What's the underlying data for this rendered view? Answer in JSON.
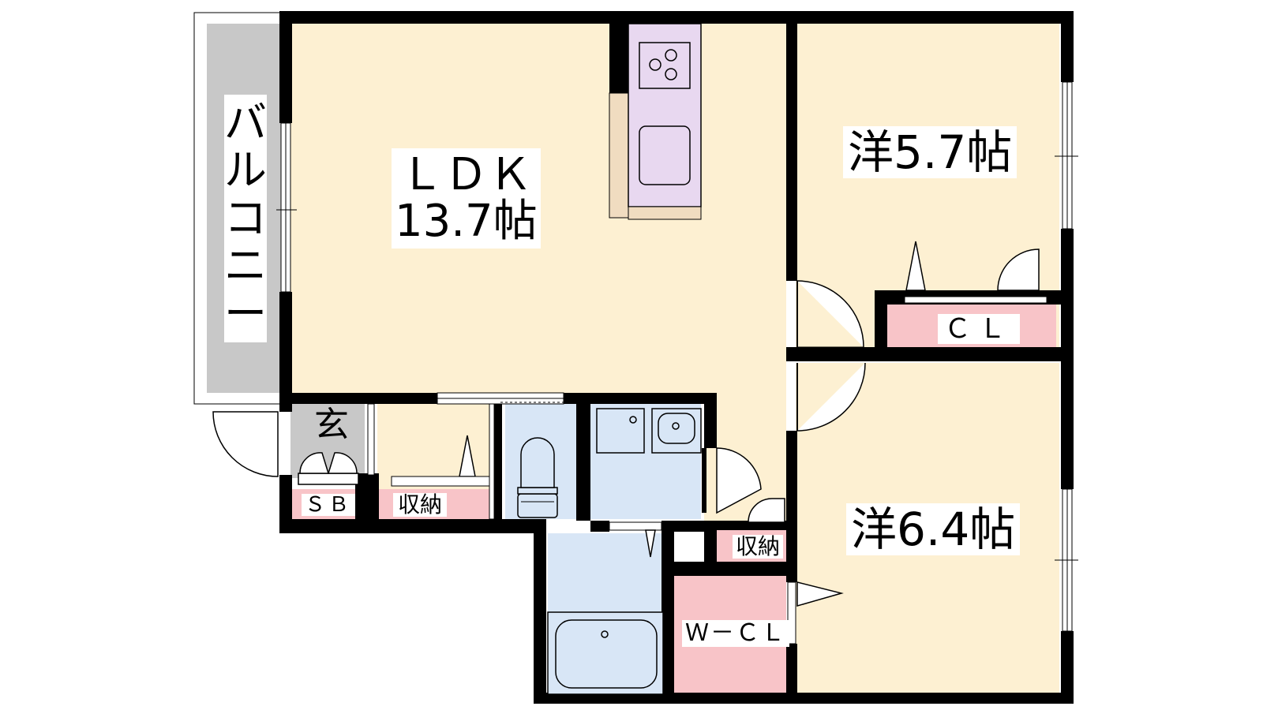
{
  "floorplan": {
    "rooms": {
      "ldk": {
        "name": "ＬＤＫ",
        "size": "13.7帖"
      },
      "western_1": {
        "label": "洋5.7帖"
      },
      "western_2": {
        "label": "洋6.4帖"
      },
      "closet": {
        "label": "ＣＬ"
      },
      "walk_in_closet": {
        "label": "Ｗ－ＣＬ"
      },
      "storage_1": {
        "label": "収納"
      },
      "storage_2": {
        "label": "収納"
      },
      "shoe_box": {
        "label": "ＳＢ"
      },
      "entrance": {
        "label": "玄"
      },
      "balcony": {
        "label": "バルコニー"
      }
    },
    "colors": {
      "room_fill": "#fdf0d2",
      "wall": "#000000",
      "closet_fill": "#f8c4c8",
      "wet_area_fill": "#d8e6f6",
      "kitchen_fill": "#e8d8f0",
      "balcony_fill": "#c8c8c8",
      "kitchen_counter": "#f0dcc0"
    }
  }
}
